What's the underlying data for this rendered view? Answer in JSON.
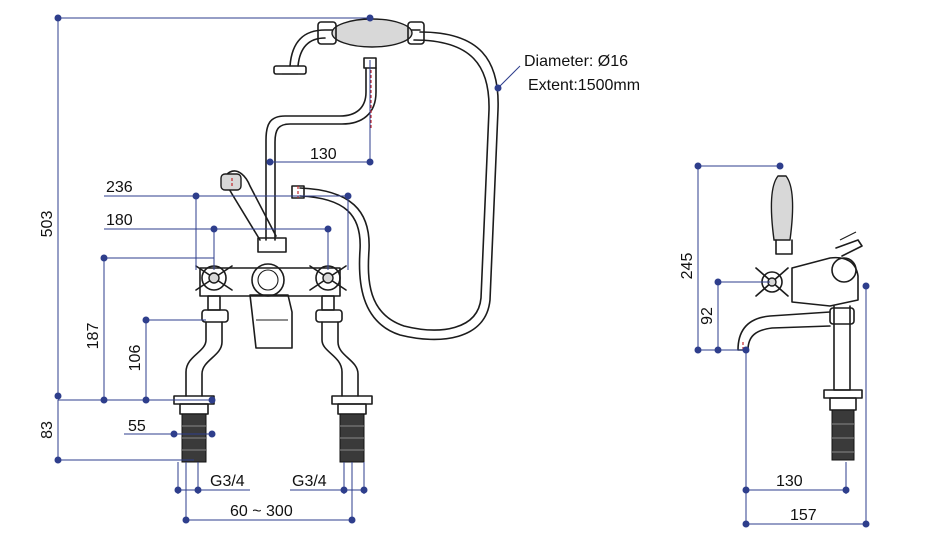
{
  "hose_note": {
    "diameter": "Diameter: Ø16",
    "extent": "Extent:1500mm"
  },
  "front_view": {
    "overall_height": "503",
    "handset_offset": "130",
    "width_outer": "236",
    "width_inner": "180",
    "height_to_handle": "187",
    "height_to_inlet": "106",
    "deck_thickness": "83",
    "tail_width": "55",
    "thread_left": "G3/4",
    "thread_right": "G3/4",
    "centres": "60 ~ 300"
  },
  "side_view": {
    "height_total": "245",
    "height_spout": "92",
    "spout_reach": "130",
    "overall_depth": "157"
  },
  "colors": {
    "dimension_line": "#2e3e8c",
    "outline": "#1c1c1c",
    "water_path": "#c0282d"
  }
}
